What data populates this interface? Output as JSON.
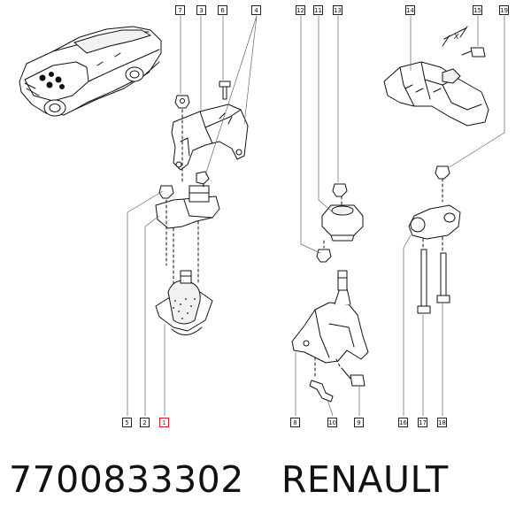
{
  "callouts": {
    "c1": "1",
    "c2": "2",
    "c3": "3",
    "c4": "4",
    "c5": "5",
    "c6": "6",
    "c7": "7",
    "c8": "8",
    "c9": "9",
    "c10": "10",
    "c11": "11",
    "c12": "12",
    "c13": "13",
    "c14": "14",
    "c15": "15",
    "c16": "16",
    "c17": "17",
    "c18": "18",
    "c19": "19"
  },
  "highlight_color": "#e0141e",
  "dimension_label": "X",
  "part_number": "7700833302",
  "brand": "RENAULT"
}
